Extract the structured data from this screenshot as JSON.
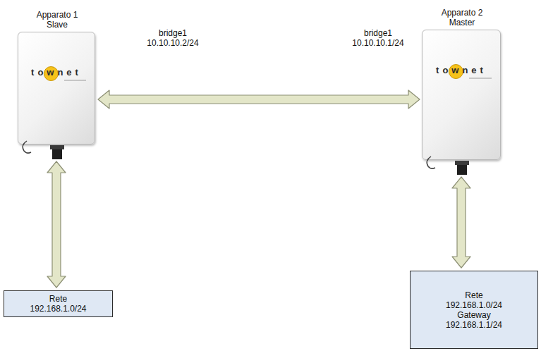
{
  "diagram": {
    "nodes": [
      {
        "text": [
          "Apparato 1 Slave",
          "townet"
        ]
      },
      {
        "text": [
          "Apparato 2 Master",
          "townet"
        ]
      },
      {
        "text": [
          "Rete 192.168.1.0/24"
        ]
      },
      {
        "text": [
          "Rete 192.168.1.0/24 Gateway 192.168.1.1/24"
        ]
      }
    ],
    "edges": [
      {
        "from": 0,
        "to": 1,
        "arrow": "both"
      },
      {
        "from": 0,
        "to": 2,
        "arrow": "both"
      },
      {
        "from": 1,
        "to": 3,
        "arrow": "both"
      }
    ],
    "labels": [
      "bridge1 10.10.10.2/24",
      "bridge1 10.10.10.1/24"
    ]
  }
}
